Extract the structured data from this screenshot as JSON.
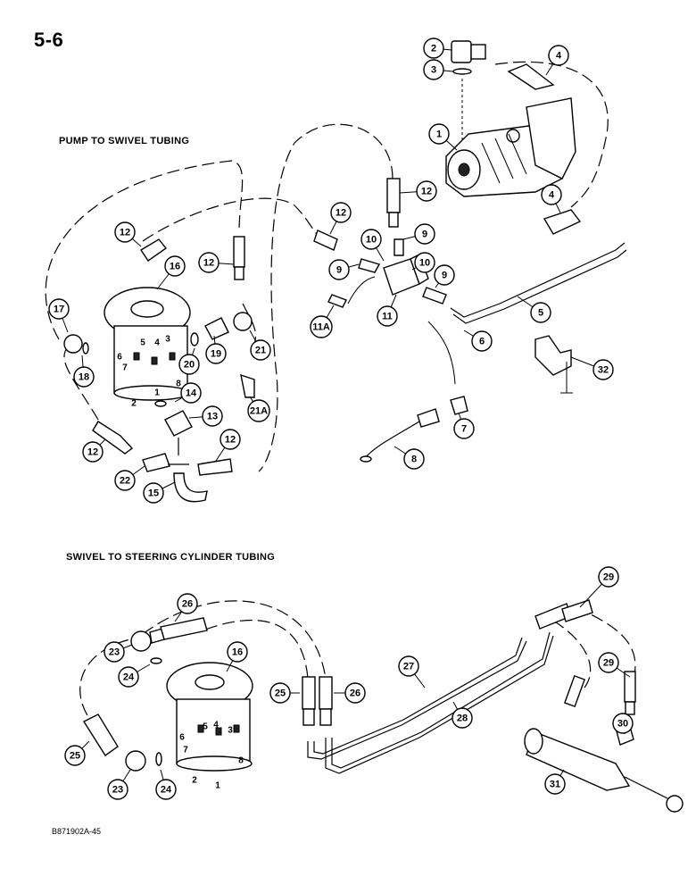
{
  "page_number": "5-6",
  "sections": {
    "pump_to_swivel": {
      "title": "PUMP TO SWIVEL TUBING"
    },
    "swivel_to_cylinder": {
      "title": "SWIVEL TO STEERING CYLINDER TUBING"
    }
  },
  "figure_code": "B871902A-45",
  "callouts": [
    "1",
    "2",
    "3",
    "4",
    "5",
    "6",
    "7",
    "8",
    "9",
    "10",
    "11",
    "11A",
    "12",
    "13",
    "14",
    "15",
    "16",
    "17",
    "18",
    "19",
    "20",
    "21",
    "21A",
    "22",
    "23",
    "24",
    "25",
    "26",
    "27",
    "28",
    "29",
    "30",
    "31",
    "32"
  ],
  "swivel_port_numbers": [
    "1",
    "2",
    "3",
    "4",
    "5",
    "6",
    "7",
    "8"
  ]
}
